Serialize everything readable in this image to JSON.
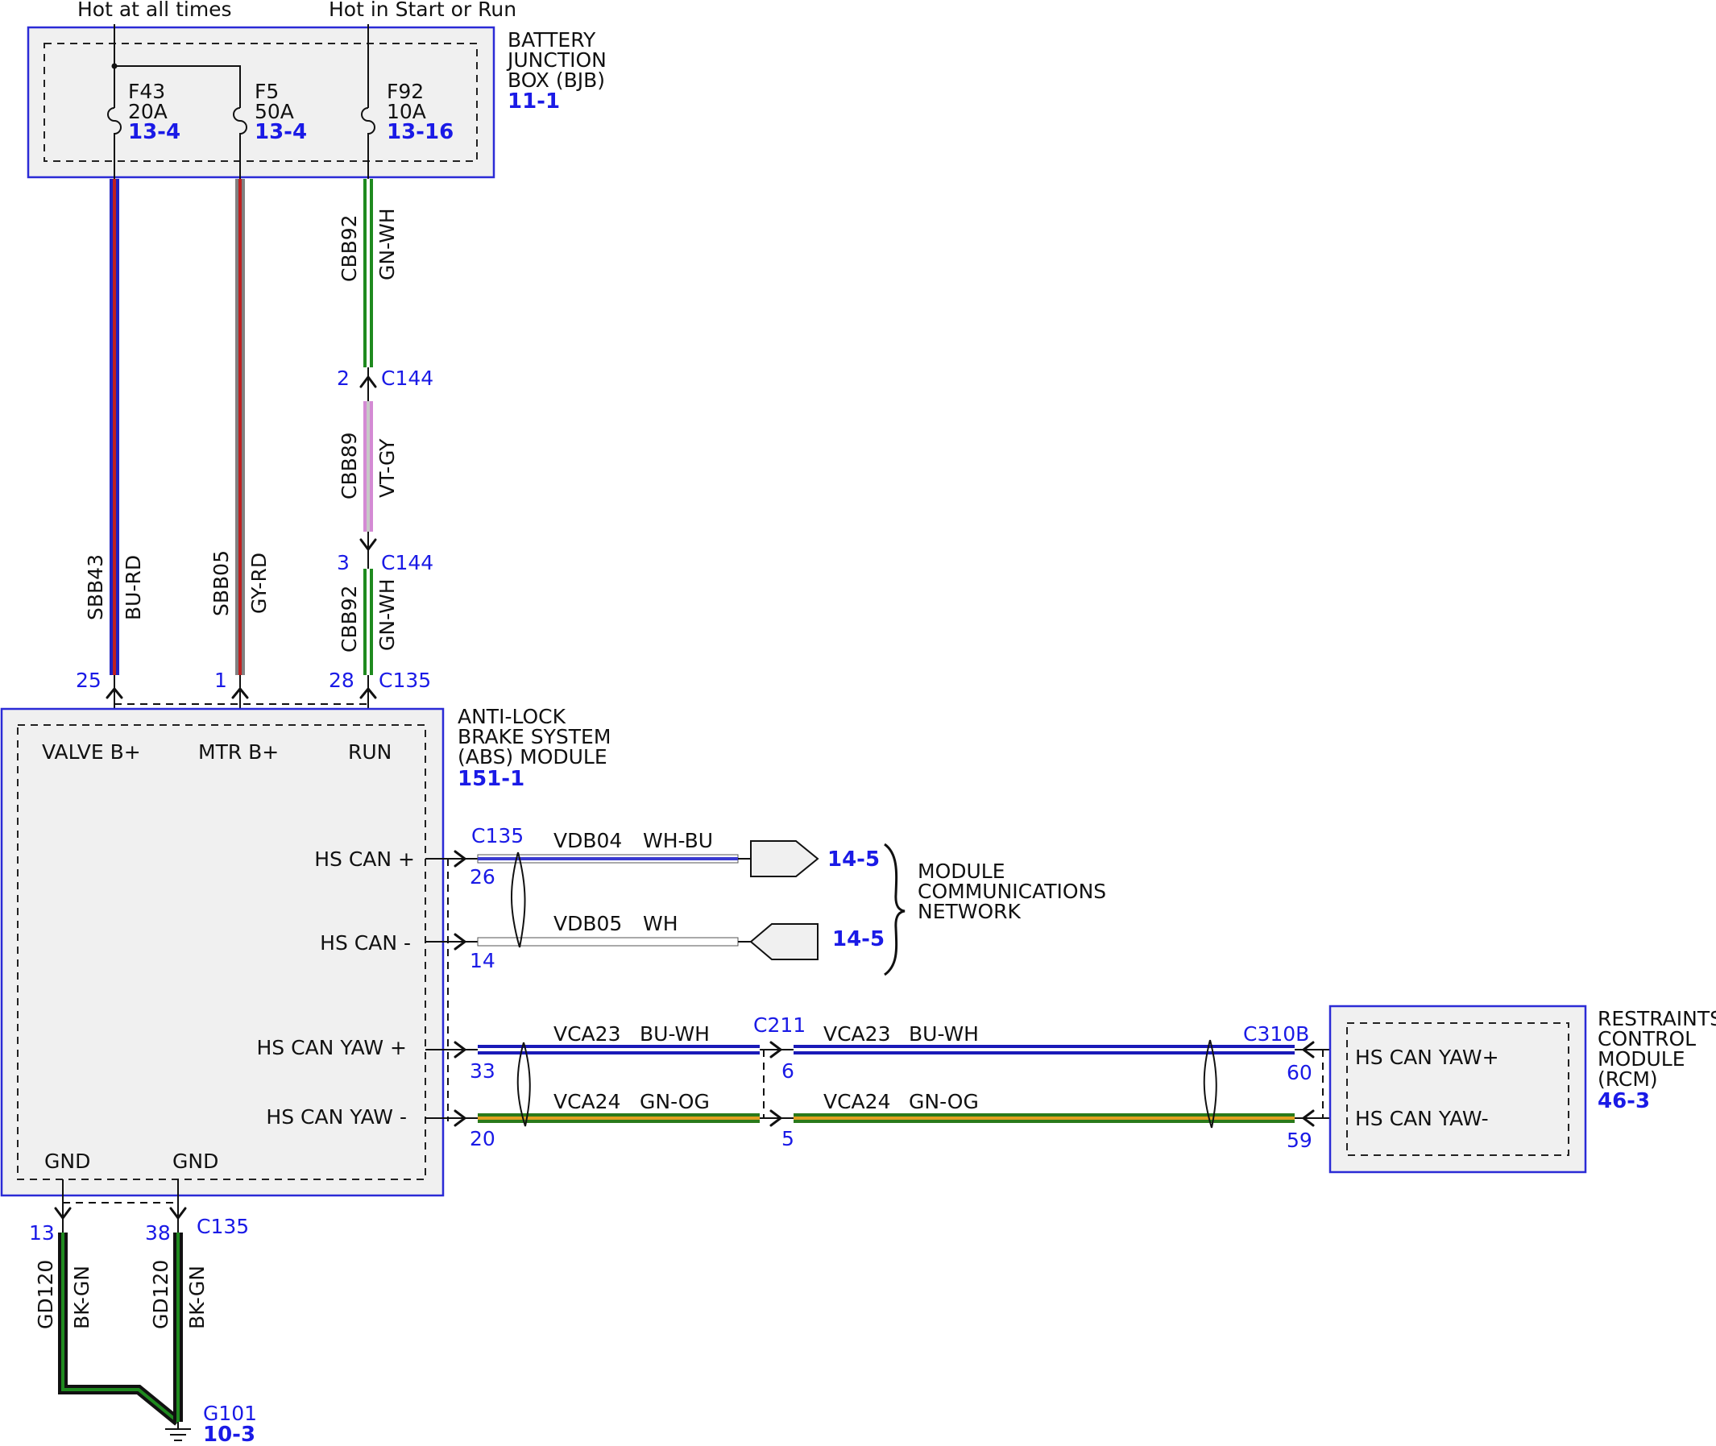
{
  "top_labels": {
    "hot_all": "Hot at all times",
    "hot_start_run": "Hot in Start or Run"
  },
  "bjb": {
    "name_lines": [
      "BATTERY",
      "JUNCTION",
      "BOX (BJB)"
    ],
    "ref": "11-1",
    "fuses": [
      {
        "id": "F43",
        "rating": "20A",
        "ref": "13-4"
      },
      {
        "id": "F5",
        "rating": "50A",
        "ref": "13-4"
      },
      {
        "id": "F92",
        "rating": "10A",
        "ref": "13-16"
      }
    ]
  },
  "wires": {
    "sbb43": {
      "circuit": "SBB43",
      "color_code": "BU-RD",
      "pin": "25",
      "stripe": [
        "#2020c0",
        "#c02020"
      ]
    },
    "sbb05": {
      "circuit": "SBB05",
      "color_code": "GY-RD",
      "pin": "1",
      "stripe": [
        "#808080",
        "#c02020"
      ]
    },
    "cbb92_top": {
      "circuit": "CBB92",
      "color_code": "GN-WH",
      "stripe": [
        "#1f8a1f",
        "#ffffff"
      ]
    },
    "cbb89": {
      "circuit": "CBB89",
      "color_code": "VT-GY",
      "stripe": [
        "#d48ad4",
        "#c8c8c8"
      ]
    },
    "cbb92_bot": {
      "circuit": "CBB92",
      "color_code": "GN-WH",
      "pin": "28",
      "stripe": [
        "#1f8a1f",
        "#ffffff"
      ]
    },
    "gd120_a": {
      "circuit": "GD120",
      "color_code": "BK-GN",
      "pin": "13"
    },
    "gd120_b": {
      "circuit": "GD120",
      "color_code": "BK-GN",
      "pin": "38"
    }
  },
  "connectors": {
    "c144_pin2": "2",
    "c144_pin3": "3",
    "c144": "C144",
    "c135": "C135",
    "c211": "C211",
    "c310b": "C310B"
  },
  "abs": {
    "name_lines": [
      "ANTI-LOCK",
      "BRAKE SYSTEM",
      "(ABS) MODULE"
    ],
    "ref": "151-1",
    "pins": {
      "valve": "VALVE B+",
      "mtr": "MTR B+",
      "run": "RUN",
      "hs_can_p": "HS CAN +",
      "hs_can_n": "HS CAN -",
      "hs_yaw_p": "HS CAN YAW +",
      "hs_yaw_n": "HS CAN YAW -",
      "gnd1": "GND",
      "gnd2": "GND"
    }
  },
  "can": {
    "vdb04": {
      "circuit": "VDB04",
      "color_code": "WH-BU",
      "pin": "26",
      "ref": "14-5"
    },
    "vdb05": {
      "circuit": "VDB05",
      "color_code": "WH",
      "pin": "14",
      "ref": "14-5"
    },
    "network_lines": [
      "MODULE",
      "COMMUNICATIONS",
      "NETWORK"
    ]
  },
  "yaw": {
    "vca23": {
      "circuit": "VCA23",
      "color_code": "BU-WH",
      "pin_abs": "33",
      "pin_c211": "6",
      "pin_rcm": "60"
    },
    "vca24": {
      "circuit": "VCA24",
      "color_code": "GN-OG",
      "pin_abs": "20",
      "pin_c211": "5",
      "pin_rcm": "59"
    }
  },
  "rcm": {
    "name_lines": [
      "RESTRAINTS",
      "CONTROL",
      "MODULE",
      "(RCM)"
    ],
    "ref": "46-3",
    "pins": {
      "yaw_p": "HS CAN YAW+",
      "yaw_n": "HS CAN YAW-"
    }
  },
  "ground": {
    "id": "G101",
    "ref": "10-3"
  },
  "colors": {
    "box_border": "#2b2bd6",
    "ref_text": "#1a1ae6",
    "box_fill": "#f0f0f0"
  }
}
